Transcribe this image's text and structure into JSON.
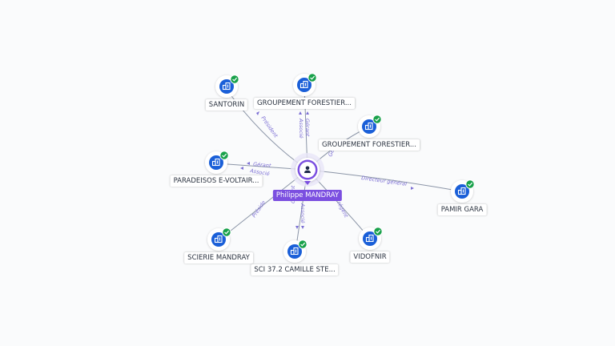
{
  "person": {
    "name": "Philippe MANDRAY"
  },
  "companies": {
    "santorin": "SANTORIN",
    "gf1": "GROUPEMENT FORESTIER...",
    "gf2": "GROUPEMENT FORESTIER...",
    "paradeisos": "PARADEISOS E-VOLTAIR...",
    "pamir": "PAMIR GARA",
    "scierie": "SCIERIE MANDRAY",
    "sci": "SCI 37.2 CAMILLE STE...",
    "vidofnir": "VIDOFNIR"
  },
  "roles": {
    "santorin": "Président",
    "gf1_a": "Gérant",
    "gf1_b": "Associé",
    "gf2": "Gé",
    "paradeisos_a": "Gérant",
    "paradeisos_b": "Associé",
    "pamir": "Directeur général",
    "scierie": "Préside",
    "sci_a": "Gérant",
    "sci_b": "Associé",
    "vidofnir": "régent"
  },
  "colors": {
    "company_node": "#1a5fd8",
    "verified_badge": "#18a14a",
    "person_node": "#7b4fe0",
    "edge": "#8b95a7",
    "role_text": "#7c6fd4"
  },
  "icons": {
    "company": "building-icon",
    "verified": "check-circle-icon",
    "person": "user-icon"
  }
}
